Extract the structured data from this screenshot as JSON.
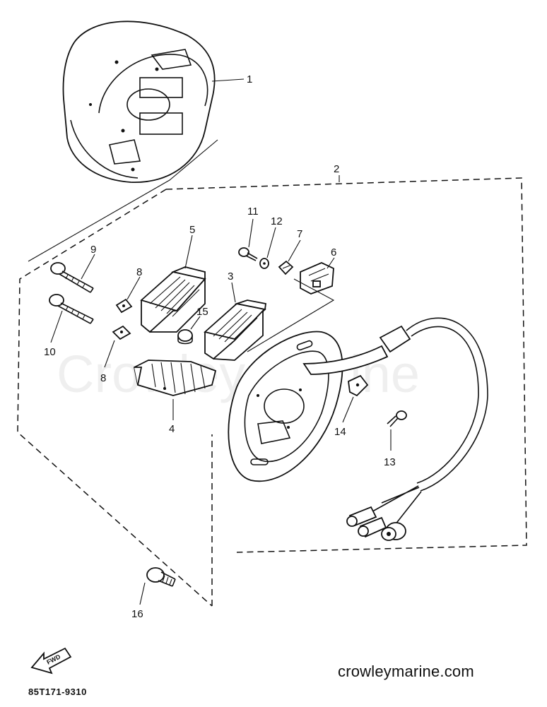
{
  "watermark": "Crowley Marine",
  "website": "crowleymarine.com",
  "diagram_code": "85T171-9310",
  "fwd_label": "FWD",
  "callouts": {
    "c1": "1",
    "c2": "2",
    "c3": "3",
    "c4": "4",
    "c5": "5",
    "c6": "6",
    "c7": "7",
    "c8a": "8",
    "c8b": "8",
    "c9": "9",
    "c10": "10",
    "c11": "11",
    "c12": "12",
    "c13": "13",
    "c14": "14",
    "c15": "15",
    "c16": "16"
  }
}
